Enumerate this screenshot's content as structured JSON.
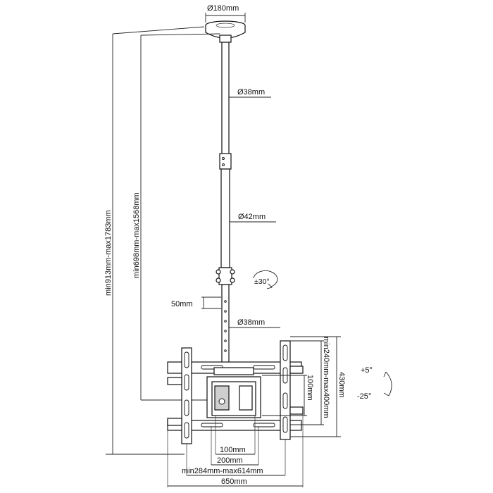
{
  "dimensions": {
    "ceiling_plate_diameter": "Ø180mm",
    "upper_tube_diameter": "Ø38mm",
    "middle_tube_diameter": "Ø42mm",
    "lower_tube_diameter": "Ø38mm",
    "swivel_range": "±30°",
    "adjust_step": "50mm",
    "overall_height": "min913mm-max1783mm",
    "pole_height": "min698mm-max1568mm",
    "bracket_height": "430mm",
    "vertical_hole_range": "min240mm-max400mm",
    "inner_vertical": "100mm",
    "inner_width_small": "100mm",
    "inner_width_large": "200mm",
    "horizontal_hole_range": "min284mm-max614mm",
    "bracket_width": "650mm",
    "tilt_up": "+5°",
    "tilt_down": "-25°"
  }
}
